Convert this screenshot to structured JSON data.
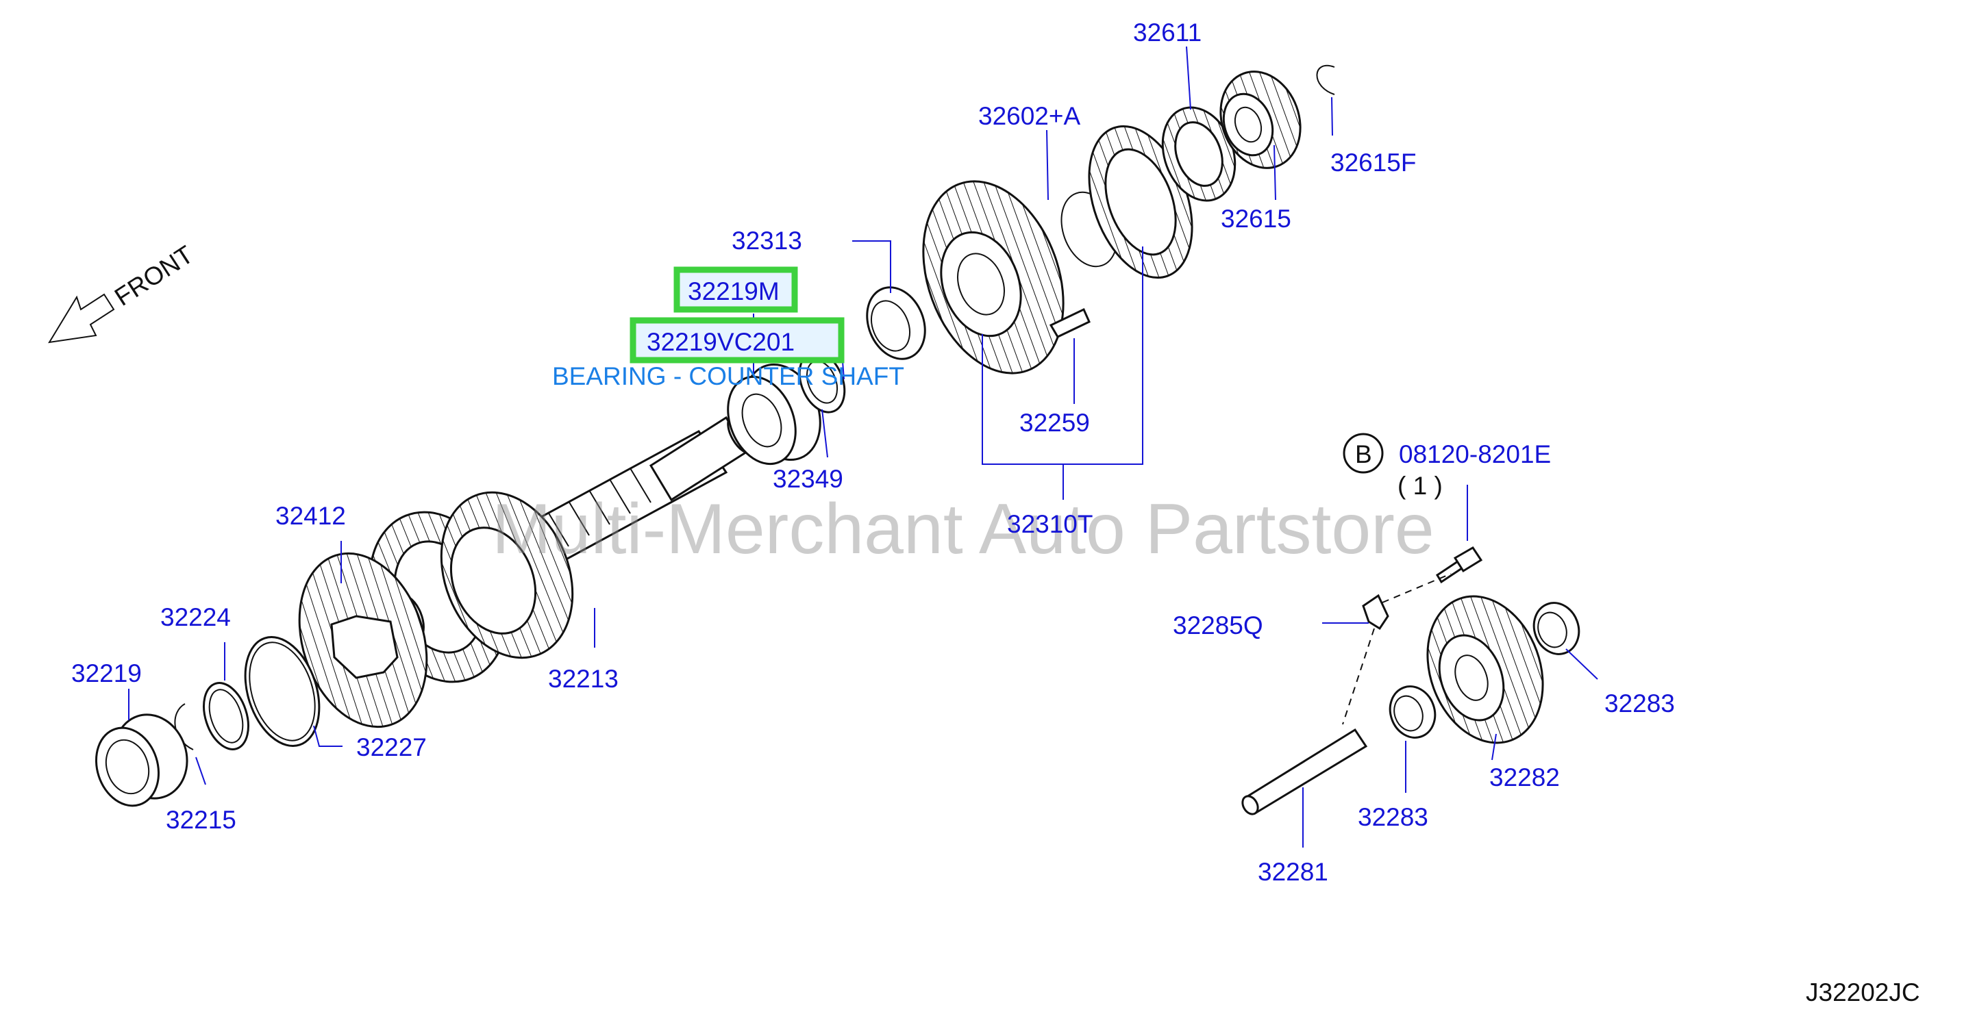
{
  "diagram": {
    "code": "J32202JC",
    "watermark": "Multi-Merchant Auto Partstore",
    "front_label": "FRONT",
    "description": "BEARING - COUNTER SHAFT",
    "highlight_color": "#3ed13e",
    "label_color": "#1414d6",
    "description_color": "#1a7fe6",
    "bolt_marker": "B",
    "bolt_qty": "( 1 )",
    "parts": {
      "p32611": "32611",
      "p32602A": "32602+A",
      "p32615F": "32615F",
      "p32615": "32615",
      "p32313": "32313",
      "p32219M": "32219M",
      "p32219VC201": "32219VC201",
      "p32349": "32349",
      "p32259": "32259",
      "p32310T": "32310T",
      "p32412": "32412",
      "p32213": "32213",
      "p32224": "32224",
      "p32219": "32219",
      "p32227": "32227",
      "p32215": "32215",
      "p08120": "08120-8201E",
      "p32285Q": "32285Q",
      "p32283a": "32283",
      "p32283b": "32283",
      "p32282": "32282",
      "p32281": "32281"
    }
  }
}
